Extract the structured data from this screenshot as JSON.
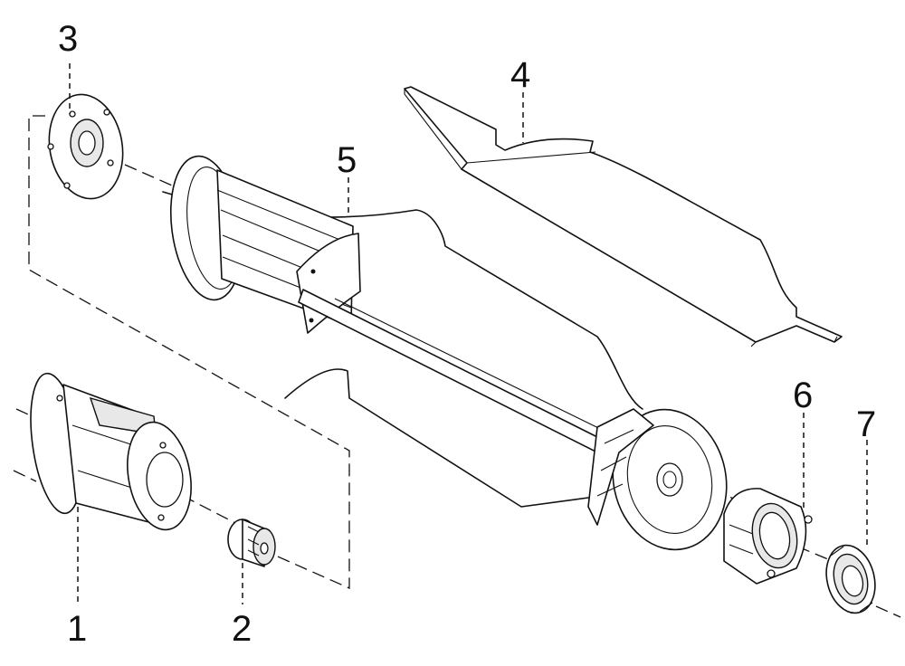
{
  "diagram": {
    "parts": [
      {
        "number": "1",
        "name": "motor-housing"
      },
      {
        "number": "2",
        "name": "pinion-gear"
      },
      {
        "number": "3",
        "name": "splined-flange"
      },
      {
        "number": "4",
        "name": "flat-plate"
      },
      {
        "number": "5",
        "name": "roller-drum"
      },
      {
        "number": "6",
        "name": "bearing-housing"
      },
      {
        "number": "7",
        "name": "ball-bearing"
      }
    ]
  }
}
